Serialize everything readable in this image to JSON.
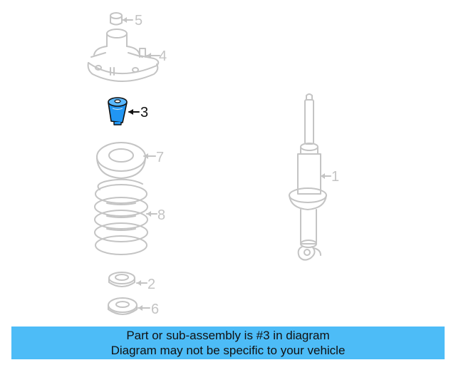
{
  "callouts": {
    "c1": "1",
    "c2": "2",
    "c3": "3",
    "c4": "4",
    "c5": "5",
    "c6": "6",
    "c7": "7",
    "c8": "8"
  },
  "banner": {
    "line1": "Part or sub-assembly is #3 in diagram",
    "line2": "Diagram may not be specific to your vehicle"
  },
  "colors": {
    "highlight_part": "#2196f3",
    "banner_bg": "#4dbcf7",
    "dim_lines": "#c4c4c4"
  }
}
